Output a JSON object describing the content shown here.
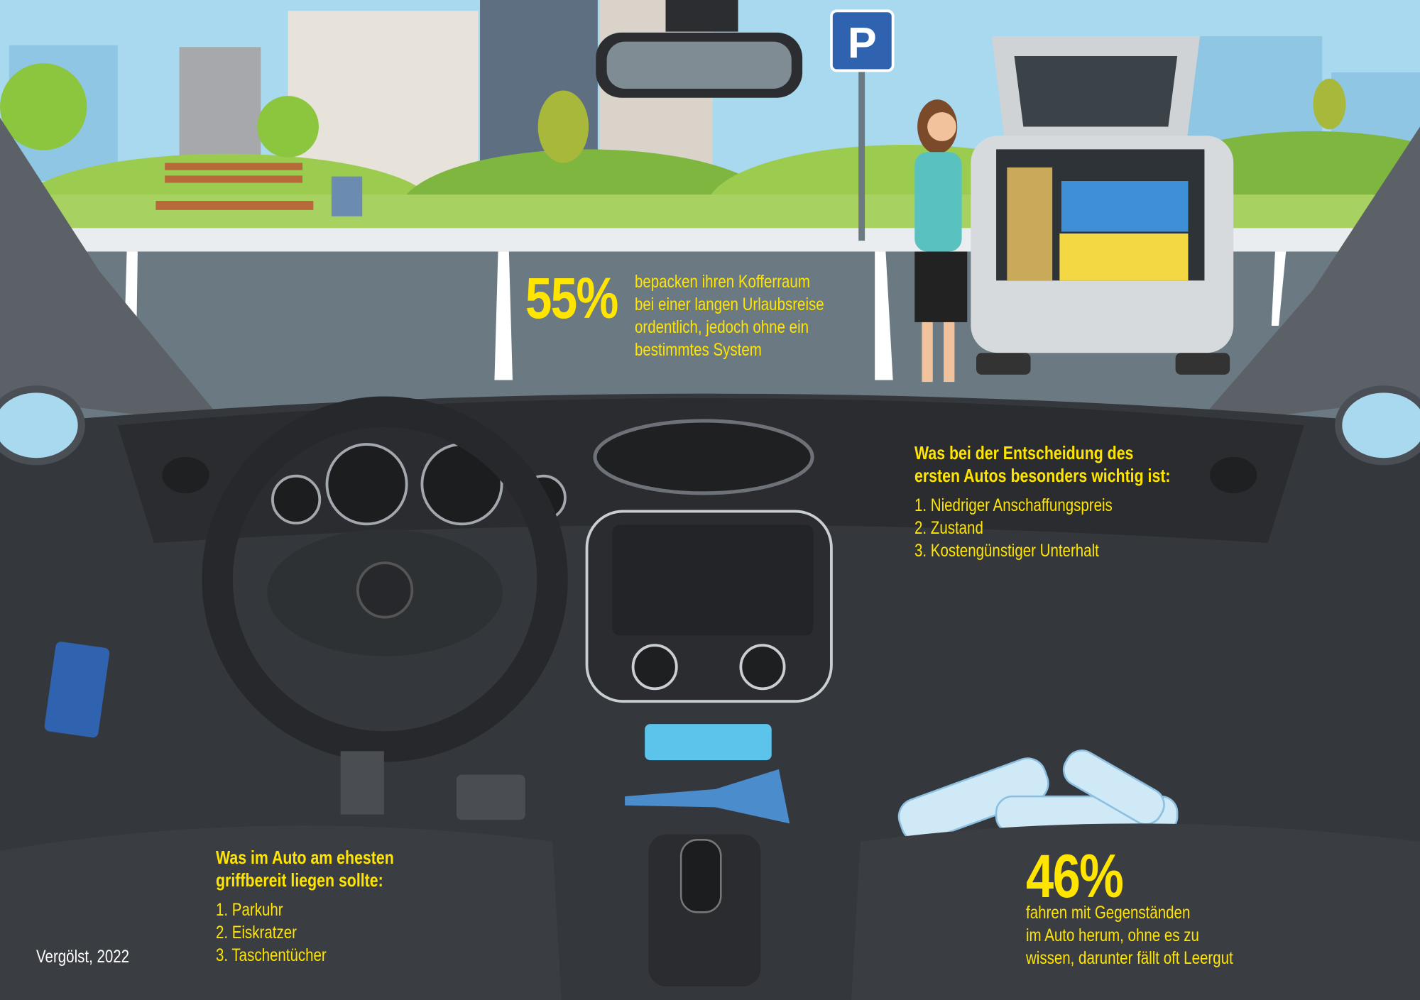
{
  "stat_trunk": {
    "value": "55%",
    "lines": [
      "bepacken ihren Kofferraum",
      "bei einer langen Urlaubsreise",
      "ordentlich, jedoch ohne ein",
      "bestimmtes System"
    ]
  },
  "first_car": {
    "heading": [
      "Was bei der Entscheidung des",
      "ersten Autos besonders wichtig ist:"
    ],
    "items": [
      "1. Niedriger Anschaffungspreis",
      "2. Zustand",
      "3. Kostengünstiger Unterhalt"
    ]
  },
  "within_reach": {
    "heading": [
      "Was im Auto am ehesten",
      "griffbereit liegen sollte:"
    ],
    "items": [
      "1. Parkuhr",
      "2. Eiskratzer",
      "3. Taschentücher"
    ]
  },
  "stat_items": {
    "value": "46%",
    "lines": [
      "fahren mit Gegenständen",
      "im Auto herum, ohne es zu",
      "wissen, darunter fällt oft Leergut"
    ]
  },
  "parking_sign": "P",
  "source": "Vergölst, 2022",
  "colors": {
    "accent": "#ffe500",
    "sky": "#a9d9ef",
    "road": "#6b7a82",
    "dashboard": "#34373b"
  }
}
